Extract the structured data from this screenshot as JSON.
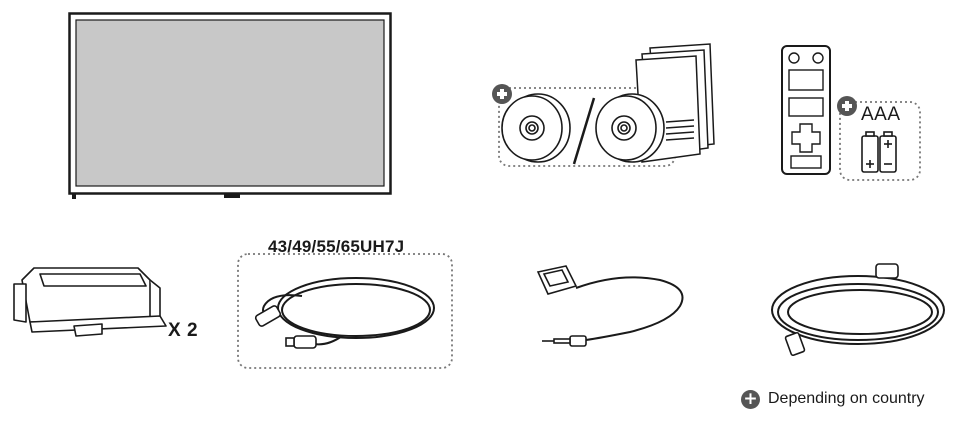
{
  "cable_stand": {
    "quantity_label": "X 2"
  },
  "signal_cable": {
    "model_label": "43/49/55/65UH7J"
  },
  "batteries": {
    "type_label": "AAA"
  },
  "legend": {
    "text": "Depending on country",
    "icon": "plus-circle-icon"
  },
  "colors": {
    "line": "#1a1a1a",
    "screen_fill": "#c8c8c8",
    "badge": "#555555",
    "dashed_border": "#777777"
  }
}
